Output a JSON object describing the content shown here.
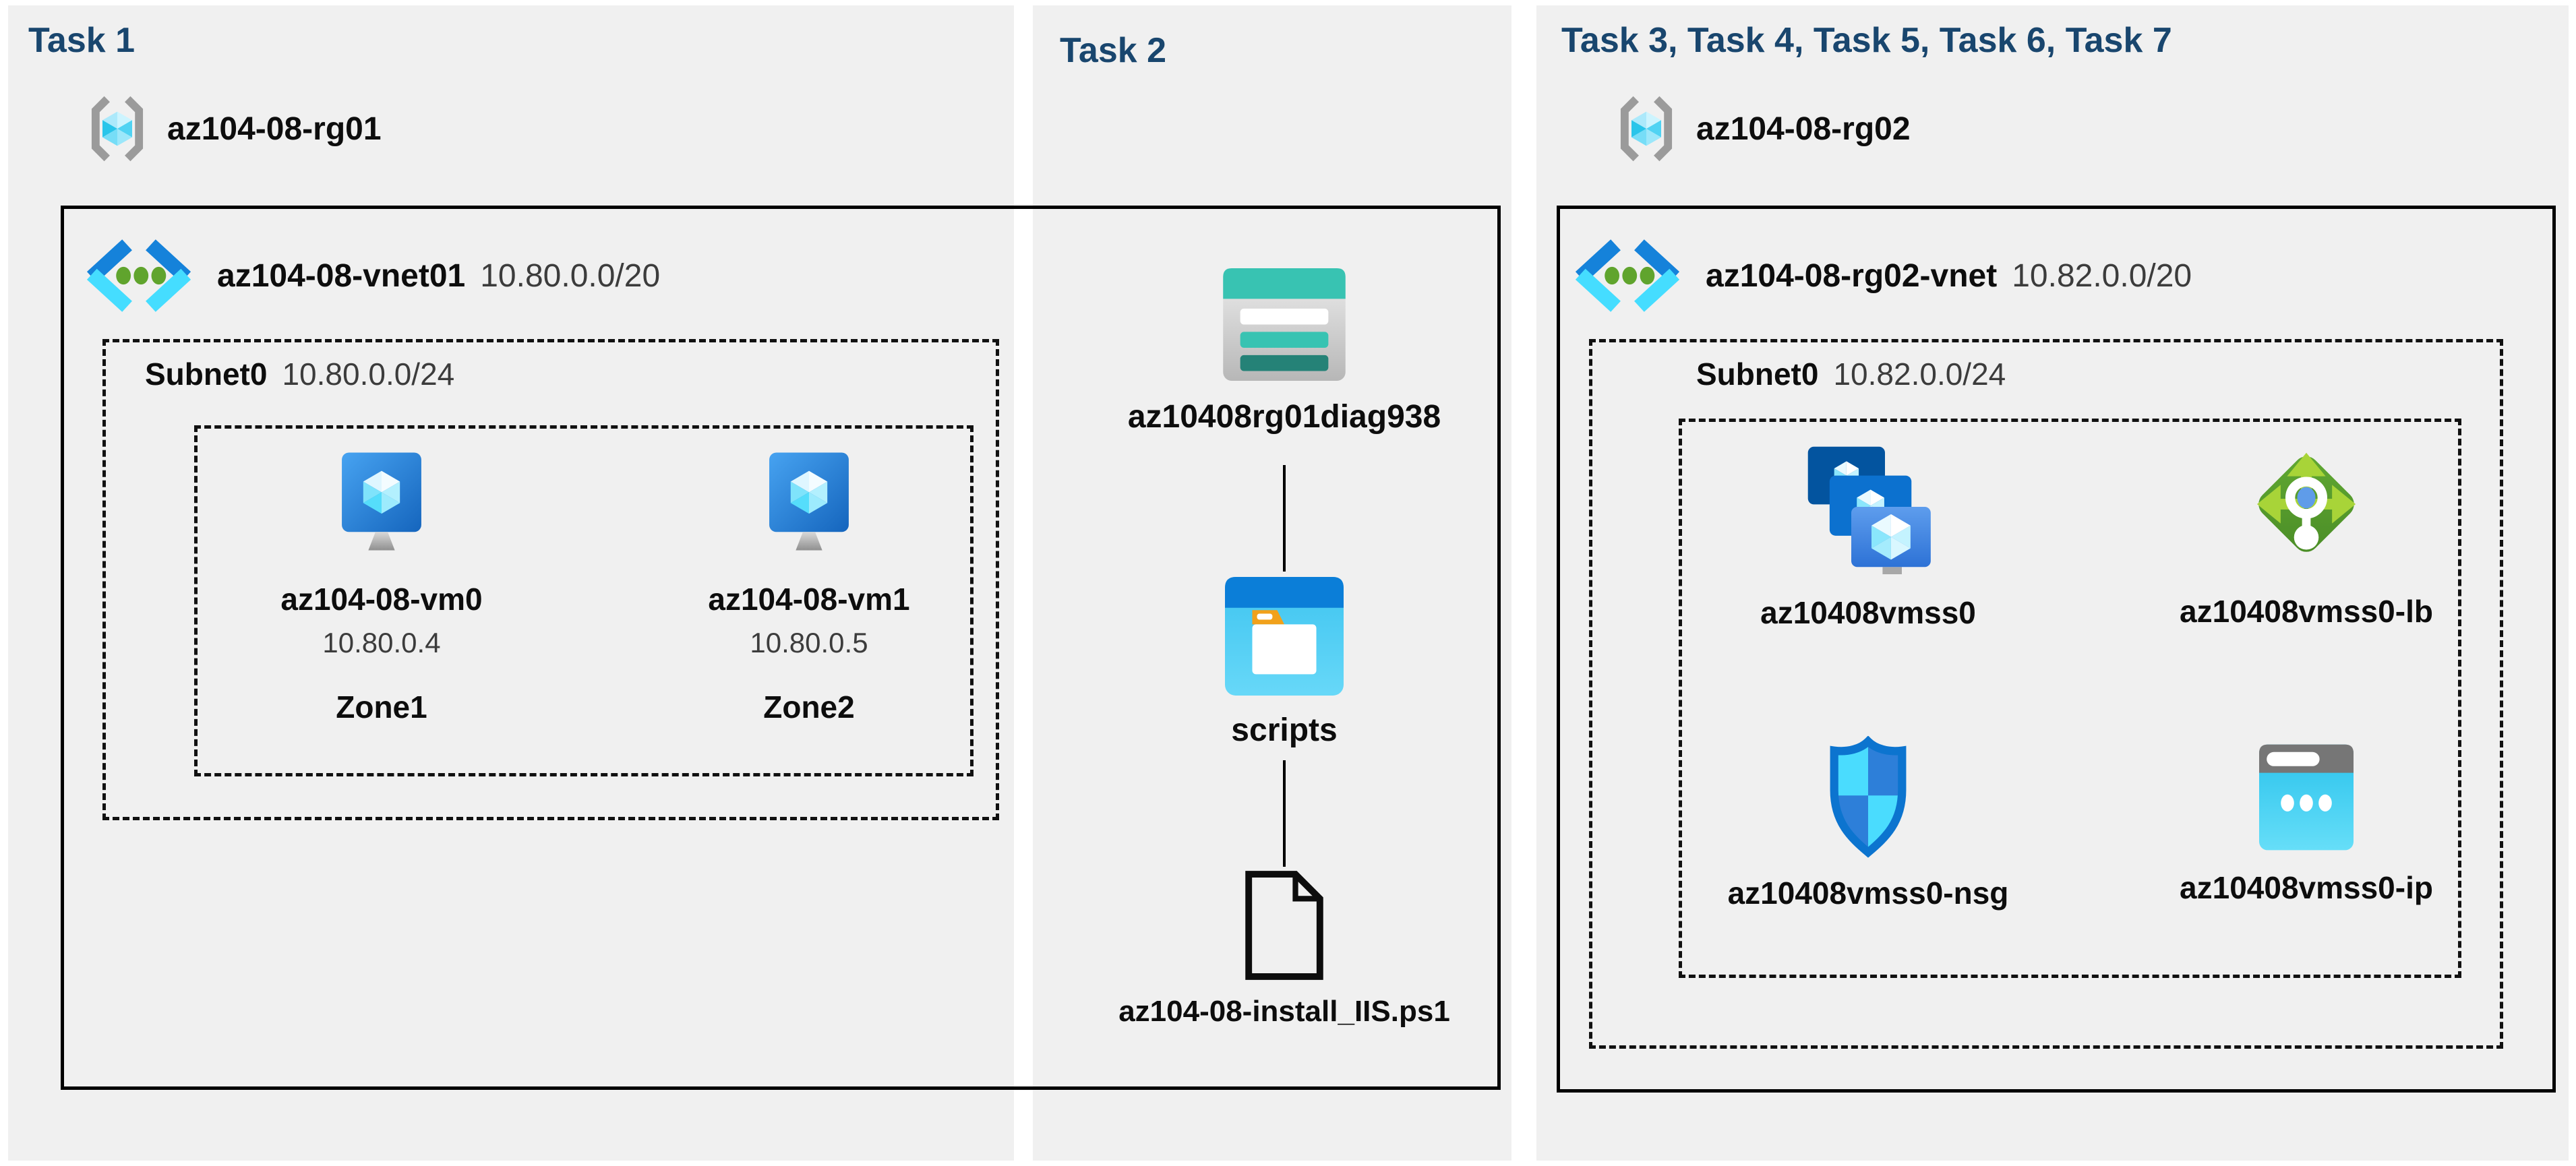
{
  "colors": {
    "heading": "#19466e",
    "panel_bg": "#f0f0f0",
    "azure_blue": "#0078d4",
    "cyan": "#45ddff",
    "green": "#60a42d",
    "teal": "#38c3b2"
  },
  "panels": {
    "task1": {
      "heading": "Task 1",
      "resource_group": {
        "name": "az104-08-rg01"
      },
      "vnet": {
        "name": "az104-08-vnet01",
        "cidr": "10.80.0.0/20"
      },
      "subnet": {
        "name": "Subnet0",
        "cidr": "10.80.0.0/24"
      },
      "vms": [
        {
          "name": "az104-08-vm0",
          "ip": "10.80.0.4",
          "zone": "Zone1"
        },
        {
          "name": "az104-08-vm1",
          "ip": "10.80.0.5",
          "zone": "Zone2"
        }
      ]
    },
    "task2": {
      "heading": "Task 2",
      "storage_account": {
        "name": "az10408rg01diag938"
      },
      "container": {
        "name": "scripts"
      },
      "file": {
        "name": "az104-08-install_IIS.ps1"
      }
    },
    "task3": {
      "heading": "Task 3, Task 4, Task 5, Task 6, Task 7",
      "resource_group": {
        "name": "az104-08-rg02"
      },
      "vnet": {
        "name": "az104-08-rg02-vnet",
        "cidr": "10.82.0.0/20"
      },
      "subnet": {
        "name": "Subnet0",
        "cidr": "10.82.0.0/24"
      },
      "resources": [
        {
          "name": "az10408vmss0",
          "type": "vm-scale-set"
        },
        {
          "name": "az10408vmss0-lb",
          "type": "load-balancer"
        },
        {
          "name": "az10408vmss0-nsg",
          "type": "network-security-group"
        },
        {
          "name": "az10408vmss0-ip",
          "type": "public-ip"
        }
      ]
    }
  }
}
